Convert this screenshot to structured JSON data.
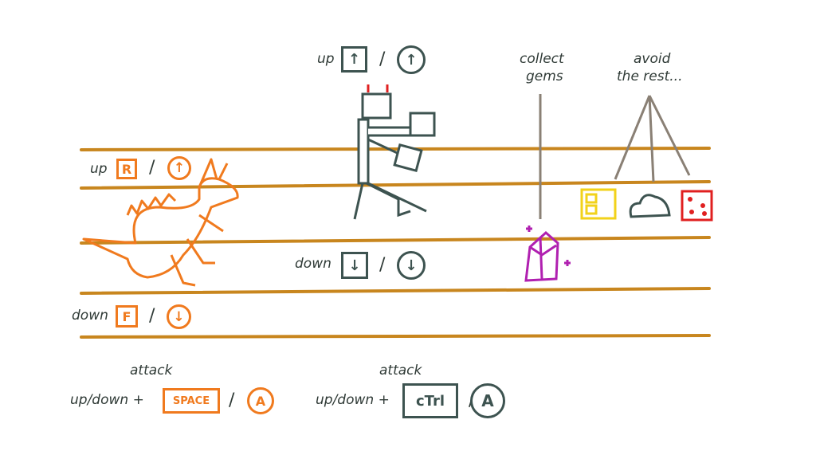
{
  "colors": {
    "lane": "#c8861e",
    "player1": "#f07a1e",
    "player2": "#3d5350",
    "gem": "#b020b0",
    "hazard_yellow": "#f2d21a",
    "hazard_red": "#e02020"
  },
  "player1": {
    "up": {
      "label": "up",
      "key": "R",
      "pad": "up-arrow"
    },
    "down": {
      "label": "down",
      "key": "F",
      "pad": "down-arrow"
    },
    "attack": {
      "label": "attack",
      "combo": "up/down +",
      "key": "SPACE",
      "pad": "A"
    }
  },
  "player2": {
    "up": {
      "label": "up",
      "key": "↑",
      "pad": "up-arrow"
    },
    "down": {
      "label": "down",
      "key": "↓",
      "pad": "down-arrow"
    },
    "attack": {
      "label": "attack",
      "combo": "up/down +",
      "key": "cTrl",
      "pad": "A"
    }
  },
  "separator": "/",
  "arrows": {
    "up": "↑",
    "down": "↓"
  },
  "legend": {
    "collect_line1": "collect",
    "collect_line2": "gems",
    "avoid_line1": "avoid",
    "avoid_line2": "the rest..."
  }
}
